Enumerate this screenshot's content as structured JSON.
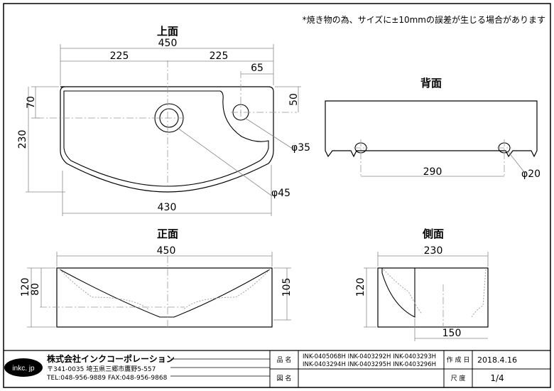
{
  "notice": "*焼き物の為、サイズに±10mmの誤差が生じる場合があります",
  "views": {
    "top": {
      "title": "上面",
      "dims": {
        "overall": "450",
        "left_half": "225",
        "right_half": "225",
        "faucet_offset": "65",
        "depth_front": "70",
        "depth_right": "50",
        "depth_total": "230",
        "bottom": "430",
        "hole_small": "φ35",
        "hole_drain": "φ45"
      }
    },
    "back": {
      "title": "背面",
      "dims": {
        "spacing": "290",
        "hole": "φ20"
      }
    },
    "front": {
      "title": "正面",
      "dims": {
        "width": "450",
        "h120": "120",
        "h80": "80",
        "h105": "105"
      }
    },
    "side": {
      "title": "側面",
      "dims": {
        "width": "230",
        "height": "120",
        "bottom": "150"
      }
    }
  },
  "title_block": {
    "logo_text": "inkc. jp",
    "company": "株式会社インクコーポレーション",
    "address": "〒341-0035 埼玉県三郷市鷹野5-557",
    "contact": "TEL:048-956-9889  FAX:048-956-9868",
    "product_label": "品 名",
    "product_line1": "INK-0405068H  INK-0403292H  INK-0403293H",
    "product_line2": "INK-0403294H  INK-0403295H  INK-0403296H",
    "drawing_label": "図 名",
    "date_label": "作 成 日",
    "date_value": "2018.4.16",
    "scale_label": "尺 度",
    "scale_value": "1/4"
  }
}
